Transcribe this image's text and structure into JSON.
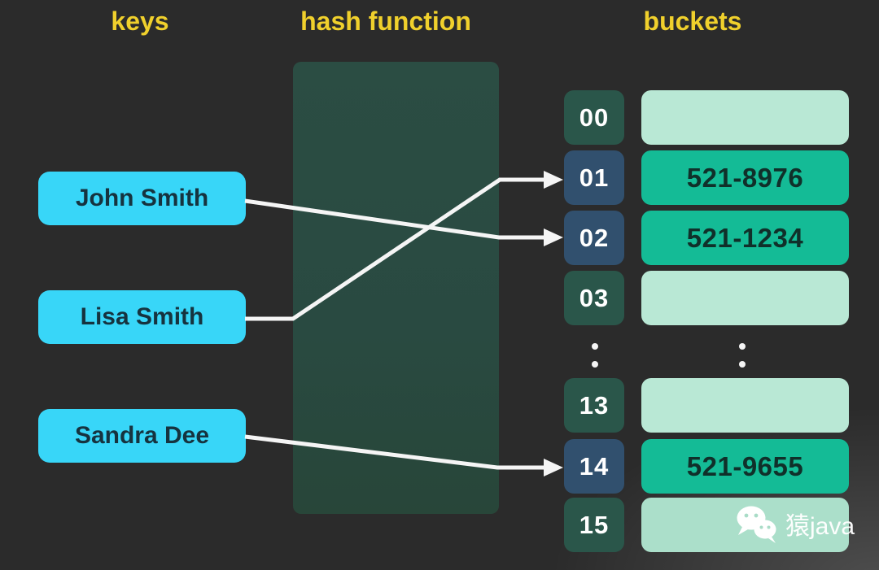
{
  "titles": {
    "keys": "keys",
    "hash_function": "hash function",
    "buckets": "buckets"
  },
  "keys": [
    {
      "label": "John Smith"
    },
    {
      "label": "Lisa Smith"
    },
    {
      "label": "Sandra Dee"
    }
  ],
  "bucket_rows": [
    {
      "index": "00",
      "value": "",
      "highlighted": false
    },
    {
      "index": "01",
      "value": "521-8976",
      "highlighted": true
    },
    {
      "index": "02",
      "value": "521-1234",
      "highlighted": true
    },
    {
      "index": "03",
      "value": "",
      "highlighted": false
    },
    {
      "index": "13",
      "value": "",
      "highlighted": false
    },
    {
      "index": "14",
      "value": "521-9655",
      "highlighted": true
    },
    {
      "index": "15",
      "value": "",
      "highlighted": false
    }
  ],
  "mappings": [
    {
      "key": "John Smith",
      "hashes_to_index": "02"
    },
    {
      "key": "Lisa Smith",
      "hashes_to_index": "01"
    },
    {
      "key": "Sandra Dee",
      "hashes_to_index": "14"
    }
  ],
  "watermark": {
    "icon": "wechat-icon",
    "label": "猿java"
  },
  "colors": {
    "background": "#2b2b2b",
    "title_yellow": "#f0d02c",
    "key_fill": "#38d6f8",
    "key_text": "#16333f",
    "hash_box_green": "#294a41",
    "index_green": "#2a564a",
    "index_blue": "#31506e",
    "bucket_filled_teal": "#14bb96",
    "bucket_empty_mint": "#b9e8d5",
    "arrow_white": "#f5f5f5"
  }
}
